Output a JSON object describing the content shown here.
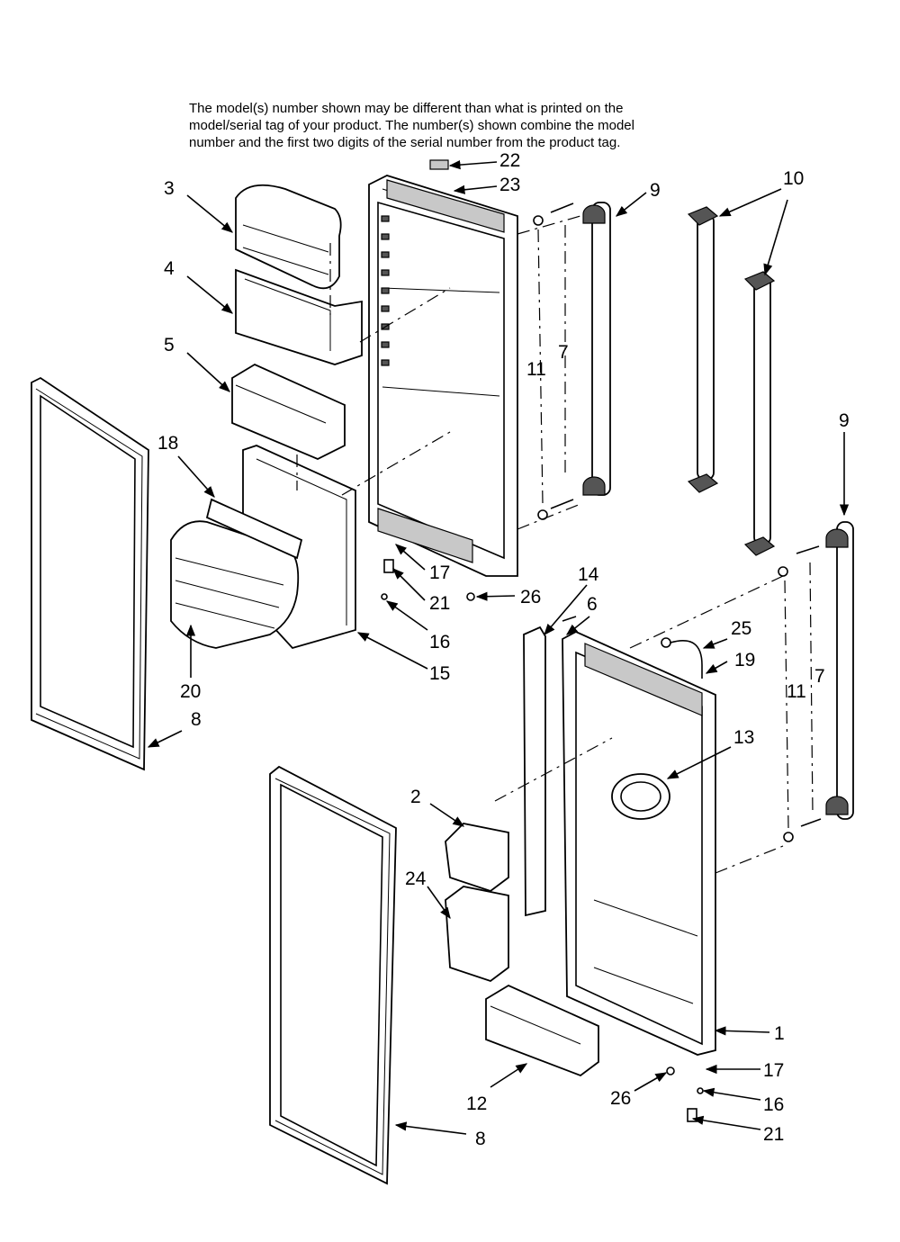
{
  "note": {
    "line1": "The model(s) number shown may be different than what is printed on the",
    "line2": "model/serial tag of your product. The number(s) shown combine the model",
    "line3": "number and the first two digits of the serial number from the product tag."
  },
  "callouts": {
    "c1": "1",
    "c2": "2",
    "c3": "3",
    "c4": "4",
    "c5": "5",
    "c6": "6",
    "c7a": "7",
    "c7b": "7",
    "c8a": "8",
    "c8b": "8",
    "c9a": "9",
    "c9b": "9",
    "c10": "10",
    "c11a": "11",
    "c11b": "11",
    "c12": "12",
    "c13": "13",
    "c14": "14",
    "c15": "15",
    "c16a": "16",
    "c16b": "16",
    "c17a": "17",
    "c17b": "17",
    "c18": "18",
    "c19": "19",
    "c20": "20",
    "c21a": "21",
    "c21b": "21",
    "c22": "22",
    "c23": "23",
    "c24": "24",
    "c25": "25",
    "c26a": "26",
    "c26b": "26"
  }
}
